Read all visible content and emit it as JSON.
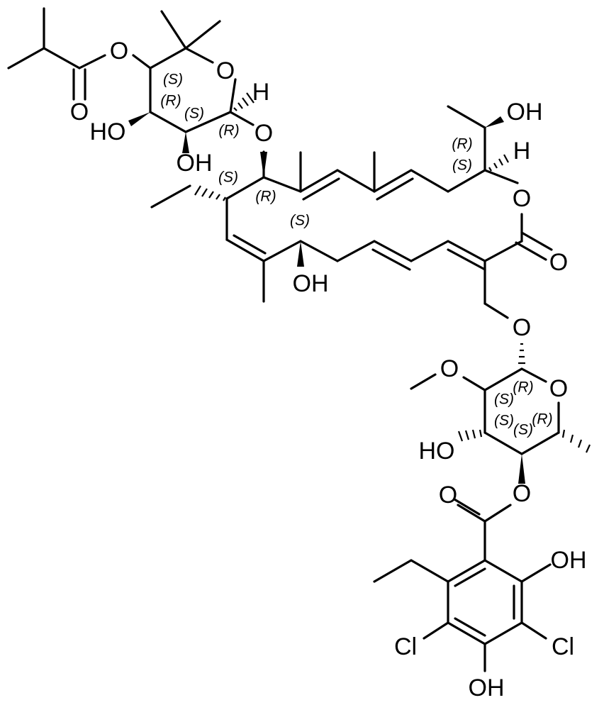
{
  "atom_labels": [
    "O",
    "O",
    "O",
    "H",
    "HO",
    "OH",
    "O",
    "OH",
    "H",
    "O",
    "O",
    "OH",
    "O",
    "O",
    "O",
    "HO",
    "O",
    "O",
    "OH",
    "Cl",
    "Cl",
    "OH"
  ],
  "stereo_labels": [
    "(S)",
    "(R)",
    "(S)",
    "(R)",
    "(S)",
    "(R)",
    "(S)",
    "(R)",
    "(S)",
    "(R)",
    "(S)",
    "(S)",
    "(S)",
    "(R)"
  ]
}
